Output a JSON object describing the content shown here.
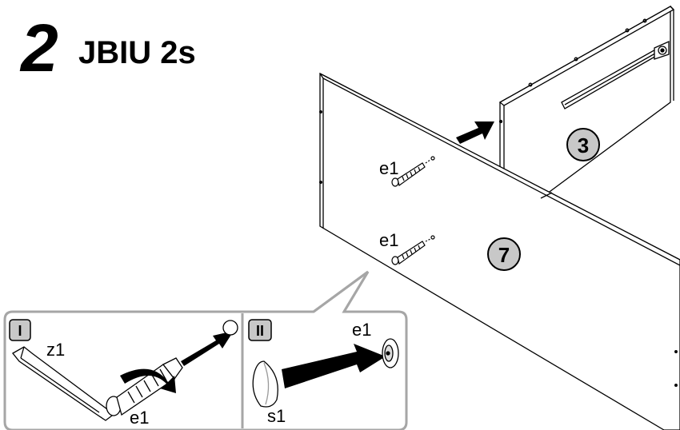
{
  "header": {
    "step_number": "2",
    "title": "JBIU 2s"
  },
  "parts": {
    "panel_back": "3",
    "panel_front": "7"
  },
  "labels": {
    "screw_upper": "e1",
    "screw_lower": "e1",
    "detail1_tool": "z1",
    "detail1_screw": "e1",
    "detail2_screw": "e1",
    "detail2_cap": "s1"
  },
  "details": {
    "step_one": "I",
    "step_two": "II"
  },
  "colors": {
    "line": "#000000",
    "panel_fill": "#ffffff",
    "badge_fill": "#c8c8c8",
    "frame": "#a6a6a6"
  }
}
